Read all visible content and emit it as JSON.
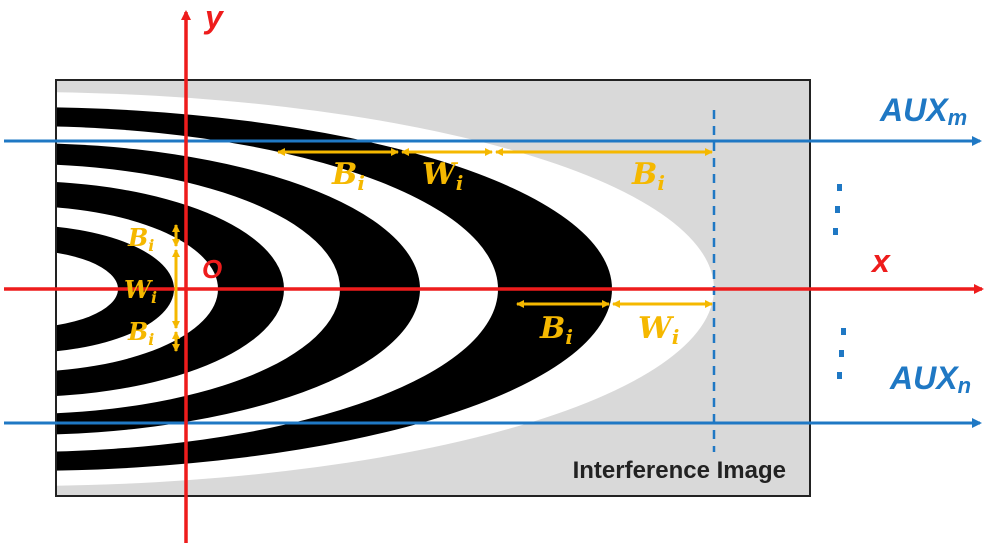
{
  "panel": {
    "caption": "Interference Image"
  },
  "axes": {
    "x_label": "x",
    "y_label": "y",
    "origin_label": "O"
  },
  "aux_lines": {
    "top": {
      "main": "AUX",
      "sub": "m"
    },
    "bottom": {
      "main": "AUX",
      "sub": "n"
    }
  },
  "fringe_labels": {
    "black": {
      "main": "B",
      "sub": "i"
    },
    "white": {
      "main": "W",
      "sub": "i"
    }
  },
  "colors": {
    "axis": "#ee1c1c",
    "aux": "#1f78c4",
    "dimension": "#f5b800",
    "panel_fill": "#d9d9d9",
    "fringe_dark": "#000000",
    "fringe_light": "#ffffff"
  }
}
